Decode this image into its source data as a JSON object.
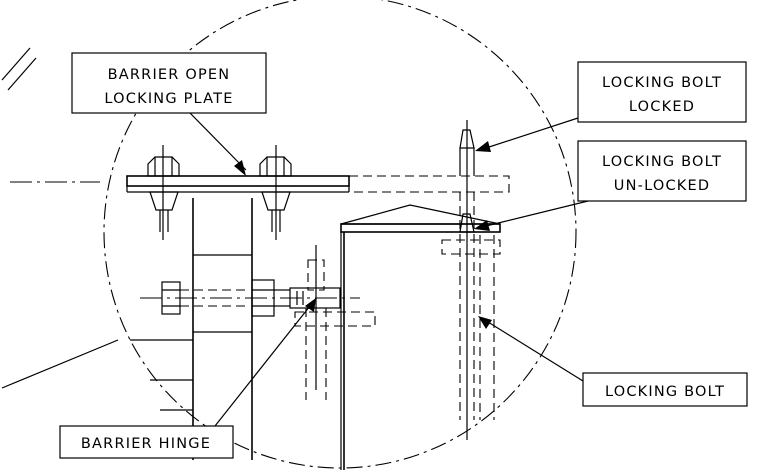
{
  "labels": {
    "barrier_open_plate": [
      "BARRIER OPEN",
      "LOCKING PLATE"
    ],
    "bolt_locked": [
      "LOCKING BOLT",
      "LOCKED"
    ],
    "bolt_unlocked": [
      "LOCKING BOLT",
      "UN-LOCKED"
    ],
    "locking_bolt": "LOCKING BOLT",
    "barrier_hinge": "BARRIER HINGE"
  }
}
